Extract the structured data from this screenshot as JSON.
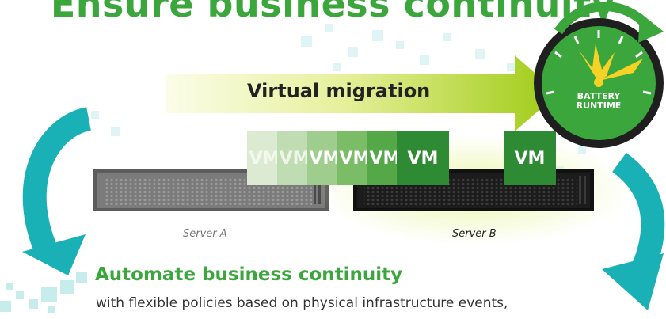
{
  "title": "Ensure business continuity",
  "migration": {
    "label": "Virtual migration"
  },
  "vm_sequence": [
    "VM",
    "VM",
    "VM",
    "VM",
    "VM",
    "VM"
  ],
  "vm_target": "VM",
  "servers": {
    "a_label": "Server A",
    "b_label": "Server B"
  },
  "gauge": {
    "line1": "BATTERY",
    "line2": "RUNTIME"
  },
  "heading": "Automate business continuity",
  "body": "with flexible policies based on physical infrastructure events,",
  "colors": {
    "green": "#3aa63c",
    "dark_green": "#2e8b34",
    "teal": "#19b1b5",
    "arrow_light": "#f4f7c6",
    "arrow_dark": "#a5cc17"
  }
}
